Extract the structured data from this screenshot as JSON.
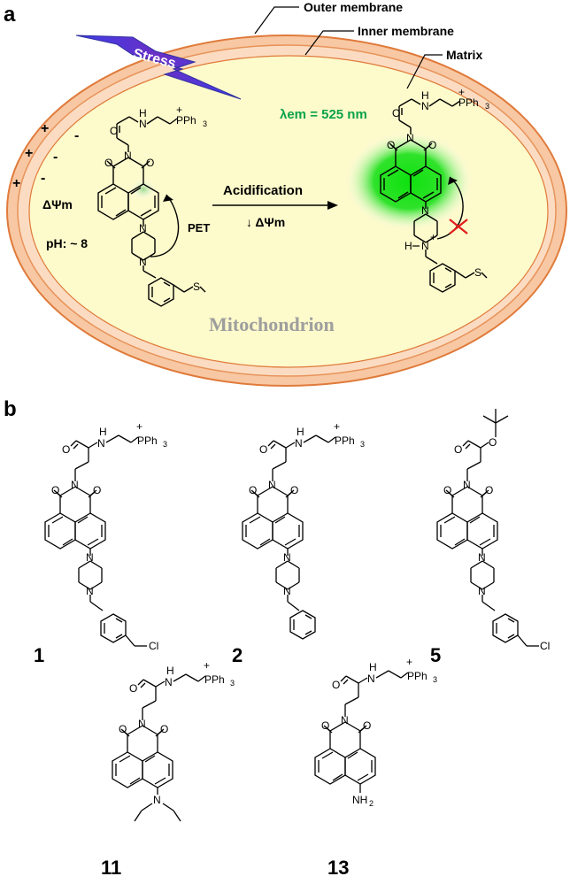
{
  "panel_a": {
    "letter": "a",
    "labels": {
      "outer_membrane": "Outer membrane",
      "inner_membrane": "Inner membrane",
      "matrix": "Matrix",
      "stress": "Stress",
      "lambda_em": "λem = 525 nm",
      "delta_psi": "ΔΨm",
      "ph": "pH: ~ 8",
      "pet": "PET",
      "acidification": "Acidification",
      "delta_psi_down": "↓ ΔΨm",
      "mitochondrion": "Mitochondrion"
    },
    "charges": [
      "+",
      "-",
      "+",
      "-",
      "+",
      "-"
    ],
    "colors": {
      "membrane_outer": "#f6c9a6",
      "membrane_stroke": "#e07a3a",
      "matrix_fill": "#fdfacb",
      "emission_green": "#0aa34a",
      "stress_blue": "#4646e6",
      "stress_purple": "#7b2aa8",
      "glow_green": "#11dd11",
      "mitochondrion_text": "#9e9e9e",
      "cross_red": "#e01b1b"
    }
  },
  "panel_b": {
    "letter": "b",
    "compounds": [
      {
        "number": "1"
      },
      {
        "number": "2"
      },
      {
        "number": "5"
      },
      {
        "number": "11"
      },
      {
        "number": "13"
      }
    ]
  },
  "chem_labels": {
    "H": "H",
    "N": "N",
    "O": "O",
    "S": "S",
    "PPh3": "PPh",
    "three": "3",
    "plus": "+",
    "Cl": "Cl",
    "NH2": "NH",
    "two": "2",
    "H_plus": "H",
    "N_plus": "N"
  }
}
